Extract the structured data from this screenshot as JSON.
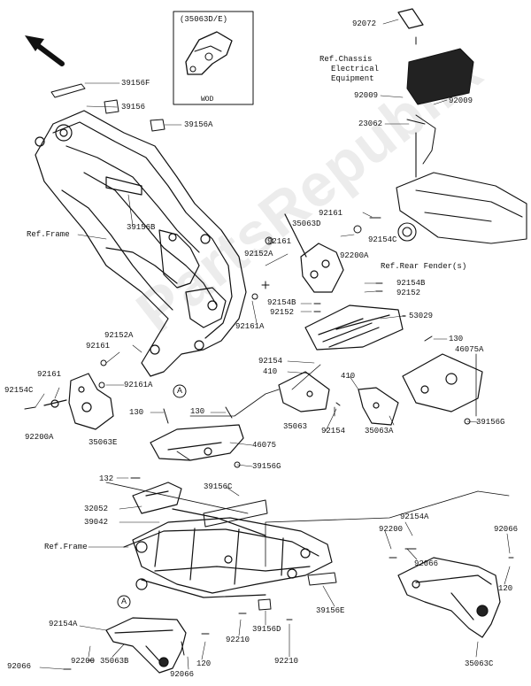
{
  "watermark": "PartsRepublik",
  "inset": {
    "code": "(35063D/E)",
    "caption": "WOD"
  },
  "labels": {
    "l92072": "92072",
    "lRefChassis": "Ref.Chassis",
    "lElectrical": "Electrical",
    "lEquipment": "Equipment",
    "l92009a": "92009",
    "l92009b": "92009",
    "l23062": "23062",
    "l39156F": "39156F",
    "l39156": "39156",
    "l39156A": "39156A",
    "l39156B": "39156B",
    "lRefFrame1": "Ref.Frame",
    "l92161top": "92161",
    "l35063D": "35063D",
    "l92161mid": "92161",
    "l92200Atop": "92200A",
    "l92154Ctop": "92154C",
    "lRefRearFender": "Ref.Rear Fender(s)",
    "l92152A1": "92152A",
    "l92154Bmid": "92154B",
    "l92152mid": "92152",
    "l92154Bright": "92154B",
    "l92152right": "92152",
    "l53029": "53029",
    "l92161A1": "92161A",
    "l92152A2": "92152A",
    "l92161left": "92161",
    "l130right": "130",
    "l46075A": "46075A",
    "l92154mid": "92154",
    "l410left": "410",
    "l410right": "410",
    "l92161Aleft": "92161A",
    "l92161far": "92161",
    "l92154Cleft": "92154C",
    "lA1": "A",
    "l130a": "130",
    "l130b": "130",
    "l92200Aleft": "92200A",
    "l35063E": "35063E",
    "l35063": "35063",
    "l92154low": "92154",
    "l35063A": "35063A",
    "l39156G": "39156G",
    "l46075": "46075",
    "l39156Gright": "39156G",
    "l132": "132",
    "l39156C": "39156C",
    "l32052": "32052",
    "l39042": "39042",
    "lRefFrame2": "Ref.Frame",
    "l92154Abr": "92154A",
    "l92200br": "92200",
    "l92066br1": "92066",
    "l92066br2": "92066",
    "l120br": "120",
    "lA2": "A",
    "l92154Abl": "92154A",
    "l92066bl": "92066",
    "l92200bl": "92200",
    "l35063B": "35063B",
    "l92066bot": "92066",
    "l120bot": "120",
    "l92210a": "92210",
    "l39156D": "39156D",
    "l39156E": "39156E",
    "l92210b": "92210",
    "l35063C": "35063C"
  }
}
